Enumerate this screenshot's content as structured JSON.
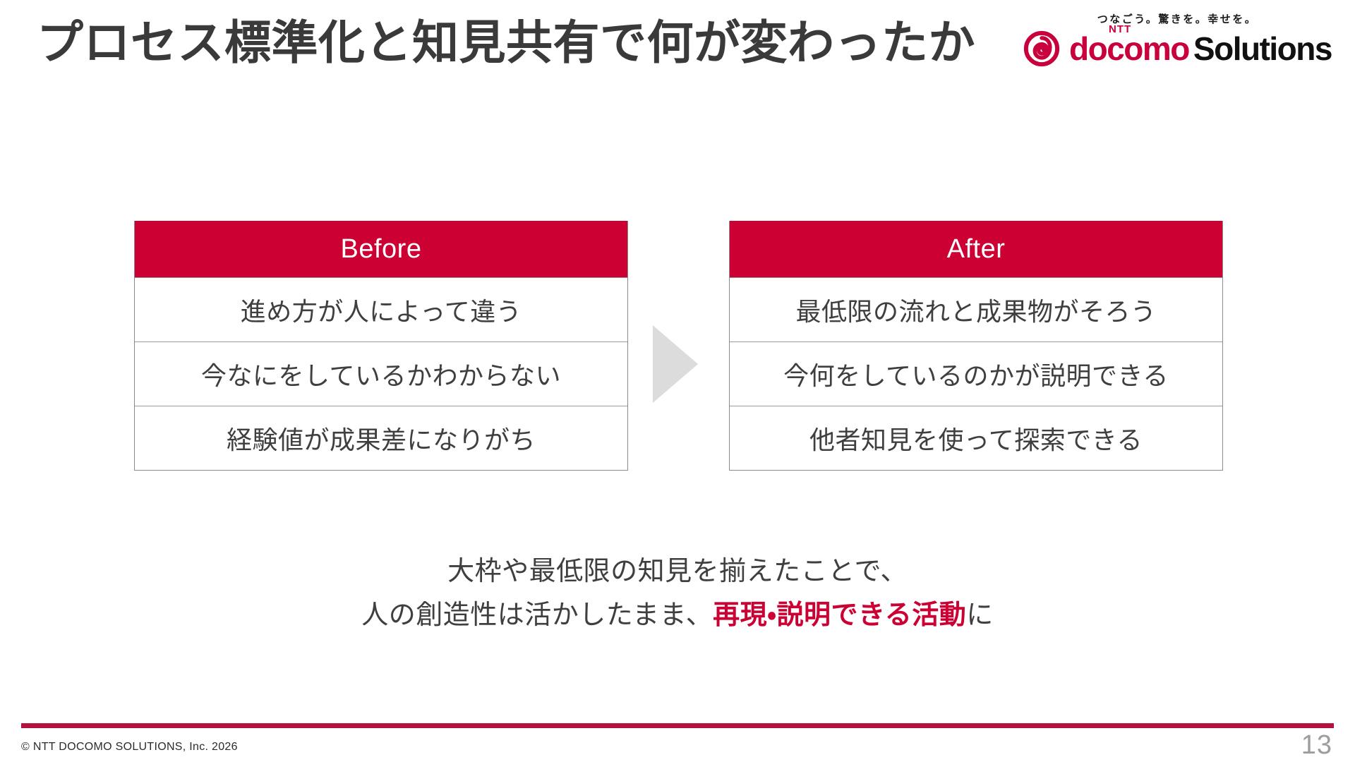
{
  "slide": {
    "title": "プロセス標準化と知見共有で何が変わったか",
    "page_number": "13"
  },
  "brand": {
    "tagline": "つなごう。驚きを。幸せを。",
    "ntt": "NTT",
    "docomo": "docomo",
    "solutions": "Solutions",
    "mark_icon": "docomo-circle-mark-icon",
    "red": "#cc0033",
    "logo_red": "#c8003c"
  },
  "comparison": {
    "arrow_icon": "right-triangle-arrow-icon",
    "before": {
      "header": "Before",
      "rows": [
        "進め方が人によって違う",
        "今なにをしているかわからない",
        "経験値が成果差になりがち"
      ]
    },
    "after": {
      "header": "After",
      "rows": [
        "最低限の流れと成果物がそろう",
        "今何をしているのかが説明できる",
        "他者知見を使って探索できる"
      ]
    }
  },
  "caption": {
    "line1": "大枠や最低限の知見を揃えたことで、",
    "line2_prefix": "人の創造性は活かしたまま、",
    "line2_emphasis": "再現・説明できる活動",
    "line2_suffix": "に"
  },
  "footer": {
    "copyright": "© NTT DOCOMO SOLUTIONS, Inc. 2026",
    "rule_color": "#b4123c"
  }
}
